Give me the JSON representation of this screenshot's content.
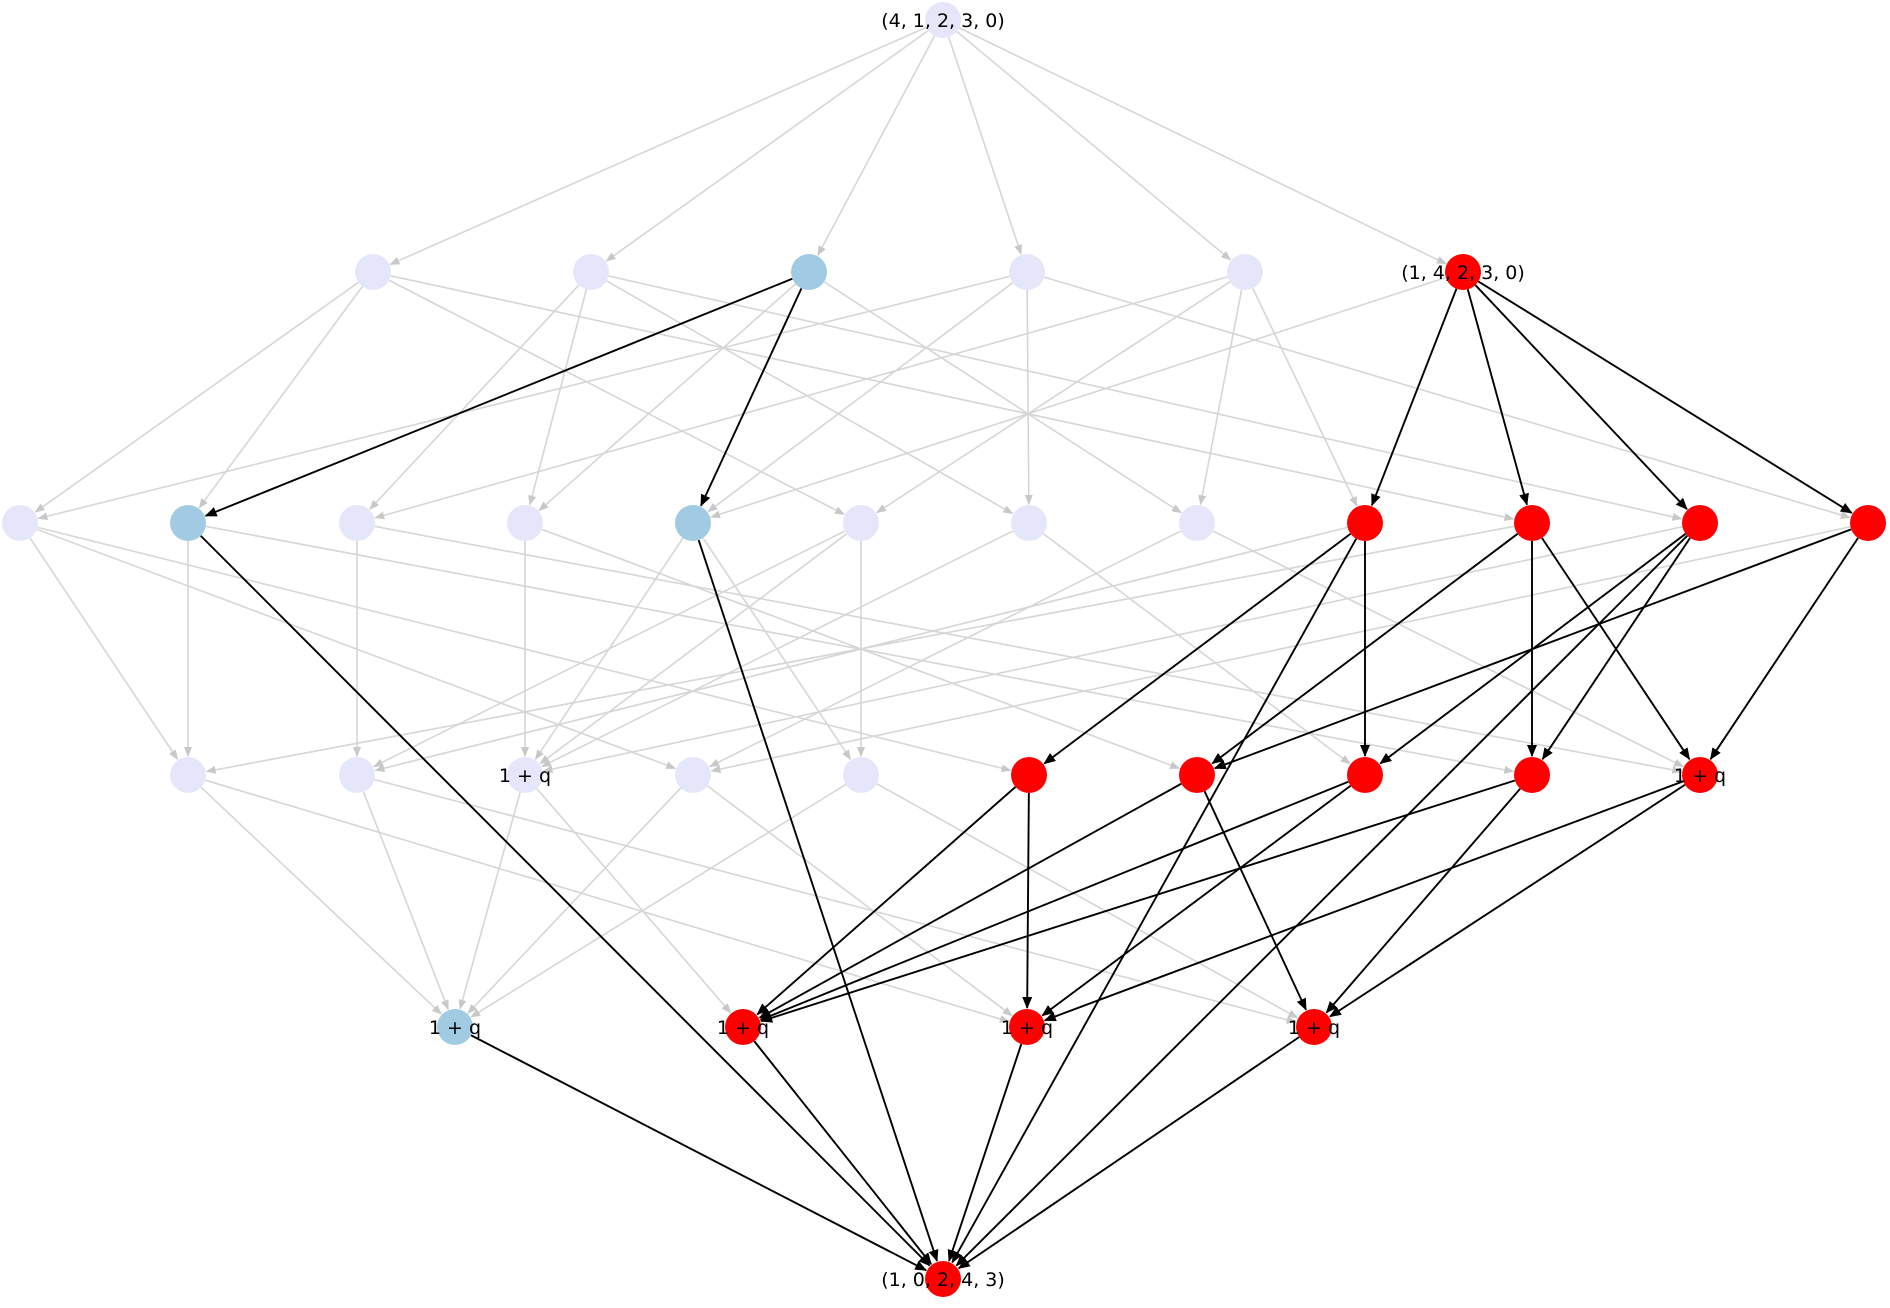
{
  "colors": {
    "node_faded": "#e6e6fa",
    "node_path_blue": "#a1cbe2",
    "node_highlight": "#ff0000",
    "edge_faded": "#d6d6d6",
    "edge_highlight": "#000000"
  },
  "labels": {
    "top": "(4, 1, 2, 3, 0)",
    "start": "(1, 4, 2, 3, 0)",
    "bottom": "(1, 0, 2, 4, 3)",
    "one_plus_q": "1 + q"
  },
  "nodes": [
    {
      "id": "top",
      "level": 0,
      "index": 0,
      "state": "faded",
      "label": "top"
    },
    {
      "id": "b1",
      "level": 1,
      "index": 0,
      "state": "faded"
    },
    {
      "id": "b2",
      "level": 1,
      "index": 1,
      "state": "faded"
    },
    {
      "id": "b3",
      "level": 1,
      "index": 2,
      "state": "blue"
    },
    {
      "id": "b4",
      "level": 1,
      "index": 3,
      "state": "faded"
    },
    {
      "id": "b5",
      "level": 1,
      "index": 4,
      "state": "faded"
    },
    {
      "id": "b6",
      "level": 1,
      "index": 5,
      "state": "red",
      "label": "start"
    },
    {
      "id": "c1",
      "level": 2,
      "index": 0,
      "state": "faded"
    },
    {
      "id": "c2",
      "level": 2,
      "index": 1,
      "state": "blue"
    },
    {
      "id": "c3",
      "level": 2,
      "index": 2,
      "state": "faded"
    },
    {
      "id": "c4",
      "level": 2,
      "index": 3,
      "state": "faded"
    },
    {
      "id": "c5",
      "level": 2,
      "index": 4,
      "state": "blue"
    },
    {
      "id": "c6",
      "level": 2,
      "index": 5,
      "state": "faded"
    },
    {
      "id": "c7",
      "level": 2,
      "index": 6,
      "state": "faded"
    },
    {
      "id": "c8",
      "level": 2,
      "index": 7,
      "state": "faded"
    },
    {
      "id": "c9",
      "level": 2,
      "index": 8,
      "state": "red"
    },
    {
      "id": "c10",
      "level": 2,
      "index": 9,
      "state": "red"
    },
    {
      "id": "c11",
      "level": 2,
      "index": 10,
      "state": "red"
    },
    {
      "id": "c12",
      "level": 2,
      "index": 11,
      "state": "red"
    },
    {
      "id": "d1",
      "level": 3,
      "index": 0,
      "state": "faded"
    },
    {
      "id": "d2",
      "level": 3,
      "index": 1,
      "state": "faded"
    },
    {
      "id": "d3",
      "level": 3,
      "index": 2,
      "state": "faded",
      "label": "one_plus_q"
    },
    {
      "id": "d4",
      "level": 3,
      "index": 3,
      "state": "faded"
    },
    {
      "id": "d5",
      "level": 3,
      "index": 4,
      "state": "faded"
    },
    {
      "id": "d6",
      "level": 3,
      "index": 5,
      "state": "red"
    },
    {
      "id": "d7",
      "level": 3,
      "index": 6,
      "state": "red"
    },
    {
      "id": "d8",
      "level": 3,
      "index": 7,
      "state": "red"
    },
    {
      "id": "d9",
      "level": 3,
      "index": 8,
      "state": "red"
    },
    {
      "id": "d10",
      "level": 3,
      "index": 9,
      "state": "red",
      "label": "one_plus_q"
    },
    {
      "id": "e1",
      "level": 4,
      "index": 0,
      "state": "blue",
      "label": "one_plus_q"
    },
    {
      "id": "e2",
      "level": 4,
      "index": 1,
      "state": "red",
      "label": "one_plus_q"
    },
    {
      "id": "e3",
      "level": 4,
      "index": 2,
      "state": "red",
      "label": "one_plus_q"
    },
    {
      "id": "e4",
      "level": 4,
      "index": 3,
      "state": "red",
      "label": "one_plus_q"
    },
    {
      "id": "bot",
      "level": 5,
      "index": 0,
      "state": "red",
      "label": "bottom"
    }
  ],
  "edges_faded": [
    [
      "top",
      "b1"
    ],
    [
      "top",
      "b2"
    ],
    [
      "top",
      "b3"
    ],
    [
      "top",
      "b4"
    ],
    [
      "top",
      "b5"
    ],
    [
      "top",
      "b6"
    ],
    [
      "b1",
      "c1"
    ],
    [
      "b1",
      "c2"
    ],
    [
      "b1",
      "c6"
    ],
    [
      "b1",
      "c10"
    ],
    [
      "b2",
      "c3"
    ],
    [
      "b2",
      "c4"
    ],
    [
      "b2",
      "c7"
    ],
    [
      "b2",
      "c11"
    ],
    [
      "b3",
      "c4"
    ],
    [
      "b3",
      "c8"
    ],
    [
      "b4",
      "c1"
    ],
    [
      "b4",
      "c5"
    ],
    [
      "b4",
      "c7"
    ],
    [
      "b4",
      "c12"
    ],
    [
      "b5",
      "c3"
    ],
    [
      "b5",
      "c6"
    ],
    [
      "b5",
      "c8"
    ],
    [
      "b5",
      "c9"
    ],
    [
      "b6",
      "c5"
    ],
    [
      "c1",
      "d1"
    ],
    [
      "c1",
      "d4"
    ],
    [
      "c1",
      "d6"
    ],
    [
      "c2",
      "d1"
    ],
    [
      "c2",
      "d9"
    ],
    [
      "c3",
      "d2"
    ],
    [
      "c3",
      "d10"
    ],
    [
      "c4",
      "d3"
    ],
    [
      "c4",
      "d7"
    ],
    [
      "c5",
      "d3"
    ],
    [
      "c5",
      "d5"
    ],
    [
      "c6",
      "d2"
    ],
    [
      "c6",
      "d5"
    ],
    [
      "c6",
      "d3"
    ],
    [
      "c7",
      "d3"
    ],
    [
      "c7",
      "d8"
    ],
    [
      "c8",
      "d4"
    ],
    [
      "c8",
      "d10"
    ],
    [
      "c9",
      "d2"
    ],
    [
      "c10",
      "d1"
    ],
    [
      "c11",
      "d3"
    ],
    [
      "c12",
      "d4"
    ],
    [
      "d1",
      "e1"
    ],
    [
      "d1",
      "e3"
    ],
    [
      "d2",
      "e1"
    ],
    [
      "d2",
      "e4"
    ],
    [
      "d3",
      "e1"
    ],
    [
      "d3",
      "e2"
    ],
    [
      "d4",
      "e1"
    ],
    [
      "d4",
      "e3"
    ],
    [
      "d5",
      "e1"
    ],
    [
      "d5",
      "e4"
    ]
  ],
  "edges_dark": [
    [
      "b3",
      "c2"
    ],
    [
      "b3",
      "c5"
    ],
    [
      "b6",
      "c9"
    ],
    [
      "b6",
      "c10"
    ],
    [
      "b6",
      "c11"
    ],
    [
      "b6",
      "c12"
    ],
    [
      "c2",
      "bot"
    ],
    [
      "c5",
      "bot"
    ],
    [
      "c9",
      "d6"
    ],
    [
      "c9",
      "d8"
    ],
    [
      "c9",
      "bot"
    ],
    [
      "c10",
      "d7"
    ],
    [
      "c10",
      "d9"
    ],
    [
      "c10",
      "d10"
    ],
    [
      "c11",
      "d8"
    ],
    [
      "c11",
      "d9"
    ],
    [
      "c11",
      "bot"
    ],
    [
      "c12",
      "d7"
    ],
    [
      "c12",
      "d10"
    ],
    [
      "d6",
      "e2"
    ],
    [
      "d6",
      "e3"
    ],
    [
      "d7",
      "e2"
    ],
    [
      "d7",
      "e4"
    ],
    [
      "d8",
      "e2"
    ],
    [
      "d8",
      "e3"
    ],
    [
      "d9",
      "e2"
    ],
    [
      "d9",
      "e4"
    ],
    [
      "d10",
      "e3"
    ],
    [
      "d10",
      "e4"
    ],
    [
      "e1",
      "bot"
    ],
    [
      "e2",
      "bot"
    ],
    [
      "e3",
      "bot"
    ],
    [
      "e4",
      "bot"
    ]
  ]
}
